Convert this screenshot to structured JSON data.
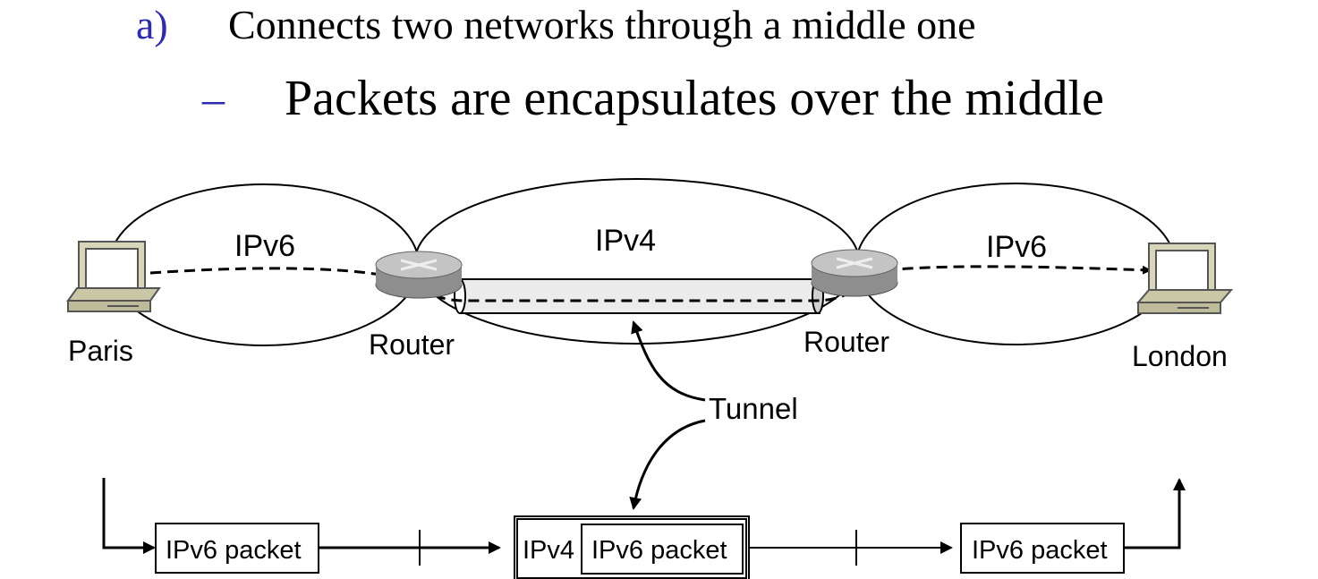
{
  "bullets": [
    {
      "marker": "a)",
      "text": "Connects two networks through a middle one"
    },
    {
      "marker": "–",
      "text": "Packets are encapsulates over the middle"
    }
  ],
  "diagram": {
    "left_net_label": "IPv6",
    "middle_net_label": "IPv4",
    "right_net_label": "IPv6",
    "left_host": "Paris",
    "right_host": "London",
    "left_router": "Router",
    "right_router": "Router",
    "tunnel_label": "Tunnel",
    "packet_left": "IPv6 packet",
    "packet_middle_outer": "IPv4",
    "packet_middle_inner": "IPv6 packet",
    "packet_right": "IPv6 packet"
  },
  "colors": {
    "bullet_marker": "#2b2bb5",
    "text": "#000000",
    "router": "#a8a8a8",
    "computer": "#d8d6b8"
  },
  "icons": [
    "computer-icon",
    "router-icon",
    "tunnel-pipe",
    "arrow-icon"
  ]
}
